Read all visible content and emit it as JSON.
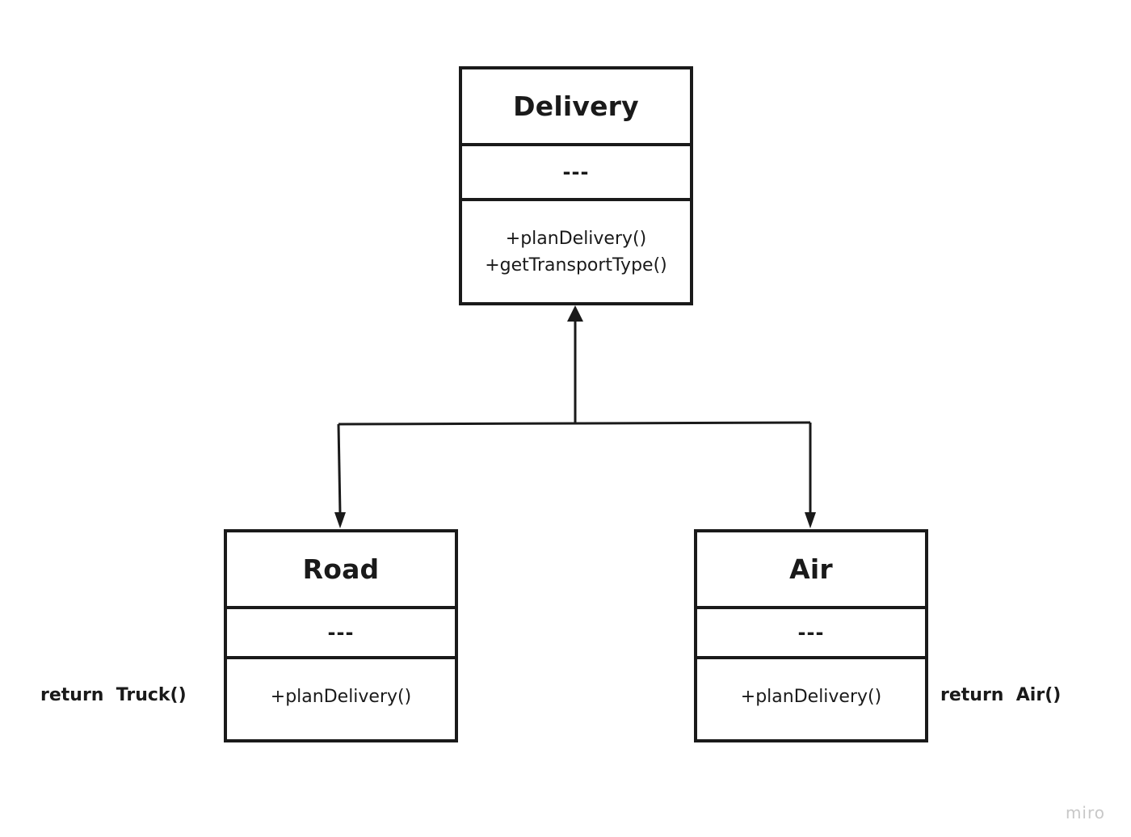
{
  "diagram": {
    "classes": {
      "delivery": {
        "name": "Delivery",
        "attributes": "---",
        "methods": [
          "+planDelivery()",
          "+getTransportType()"
        ]
      },
      "road": {
        "name": "Road",
        "attributes": "---",
        "methods": [
          "+planDelivery()"
        ]
      },
      "air": {
        "name": "Air",
        "attributes": "---",
        "methods": [
          "+planDelivery()"
        ]
      }
    },
    "notes": {
      "road": "return  Truck()",
      "air": "return  Air()"
    }
  },
  "watermark": "miro",
  "colors": {
    "stroke": "#1a1a1a",
    "watermark": "#c8c8c8",
    "background": "#ffffff"
  }
}
